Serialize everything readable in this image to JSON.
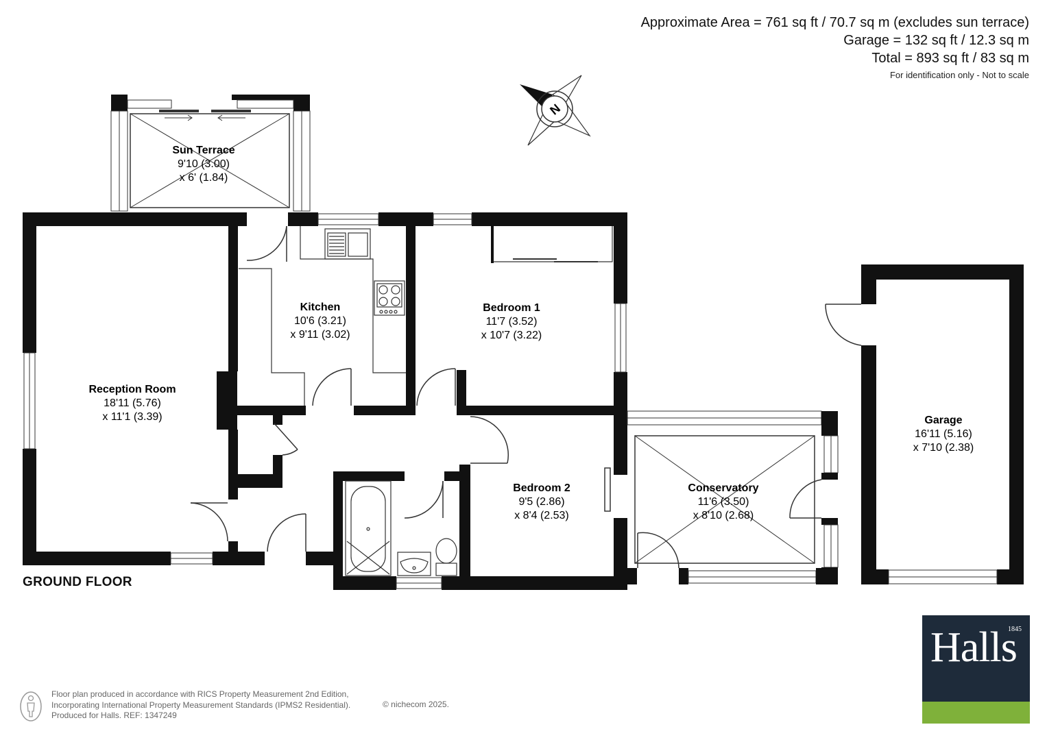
{
  "header": {
    "area_line": "Approximate Area = 761 sq ft / 70.7 sq m (excludes sun terrace)",
    "garage_line": "Garage = 132 sq ft / 12.3 sq m",
    "total_line": "Total = 893 sq ft / 83 sq m",
    "note": "For identification only - Not to scale"
  },
  "compass": {
    "label": "N"
  },
  "rooms": {
    "sun_terrace": {
      "name": "Sun Terrace",
      "dim1": "9'10 (3.00)",
      "dim2": "x 6' (1.84)"
    },
    "kitchen": {
      "name": "Kitchen",
      "dim1": "10'6 (3.21)",
      "dim2": "x 9'11 (3.02)"
    },
    "bedroom1": {
      "name": "Bedroom 1",
      "dim1": "11'7 (3.52)",
      "dim2": "x 10'7 (3.22)"
    },
    "reception": {
      "name": "Reception Room",
      "dim1": "18'11 (5.76)",
      "dim2": "x 11'1 (3.39)"
    },
    "bedroom2": {
      "name": "Bedroom 2",
      "dim1": "9'5 (2.86)",
      "dim2": "x 8'4 (2.53)"
    },
    "conservatory": {
      "name": "Conservatory",
      "dim1": "11'6 (3.50)",
      "dim2": "x 8'10 (2.68)"
    },
    "garage": {
      "name": "Garage",
      "dim1": "16'11 (5.16)",
      "dim2": "x 7'10 (2.38)"
    }
  },
  "floor_label": "GROUND FLOOR",
  "footer": {
    "line1": "Floor plan produced in accordance with RICS Property Measurement 2nd Edition,",
    "line2": "Incorporating International Property Measurement Standards (IPMS2 Residential).",
    "line3": "Produced for Halls.   REF: 1347249",
    "copyright": "© nichecom 2025."
  },
  "logo": {
    "text": "Halls",
    "year": "1845",
    "bg_color": "#1e2b3a",
    "band_color": "#7fb13a"
  },
  "colors": {
    "wall": "#111111",
    "line": "#333333"
  }
}
